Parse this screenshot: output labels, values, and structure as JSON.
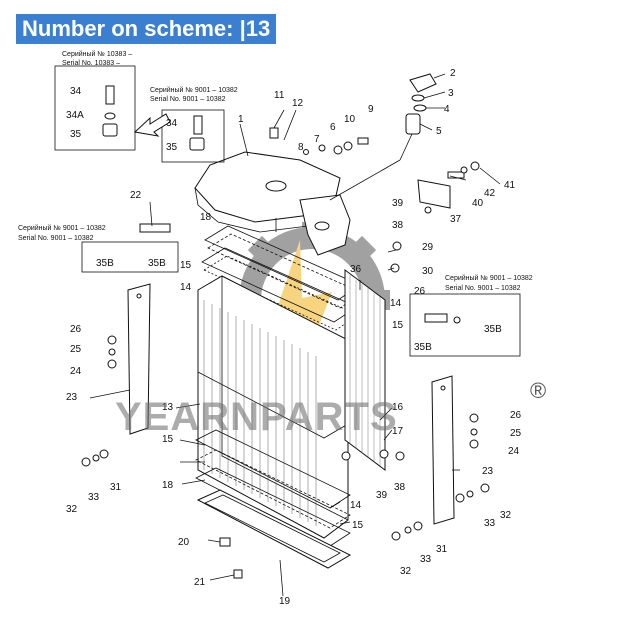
{
  "header": {
    "title": "Number on scheme: |13"
  },
  "notes": [
    {
      "ru": "Серийный № 10383 –",
      "en": "Serial No. 10383 –"
    },
    {
      "ru": "Серийный № 9001 – 10382",
      "en": "Serial No. 9001 – 10382"
    },
    {
      "ru": "Серийный № 9001 – 10382",
      "en": "Serial No. 9001 – 10382"
    },
    {
      "ru": "Серийный № 9001 – 10382",
      "en": "Serial No. 9001 – 10382"
    }
  ],
  "watermark": {
    "brand": "YEARNPARTS",
    "mark": "®"
  },
  "callouts": [
    "1",
    "2",
    "3",
    "4",
    "5",
    "6",
    "7",
    "8",
    "9",
    "10",
    "11",
    "12",
    "13",
    "14",
    "14",
    "14",
    "15",
    "15",
    "15",
    "15",
    "16",
    "17",
    "18",
    "18",
    "19",
    "20",
    "21",
    "22",
    "23",
    "23",
    "24",
    "24",
    "25",
    "25",
    "26",
    "26",
    "26",
    "29",
    "30",
    "31",
    "31",
    "32",
    "32",
    "32",
    "33",
    "33",
    "33",
    "34",
    "34",
    "34A",
    "35",
    "35",
    "35B",
    "35B",
    "35B",
    "35B",
    "36",
    "37",
    "38",
    "38",
    "39",
    "39",
    "40",
    "41",
    "42"
  ]
}
